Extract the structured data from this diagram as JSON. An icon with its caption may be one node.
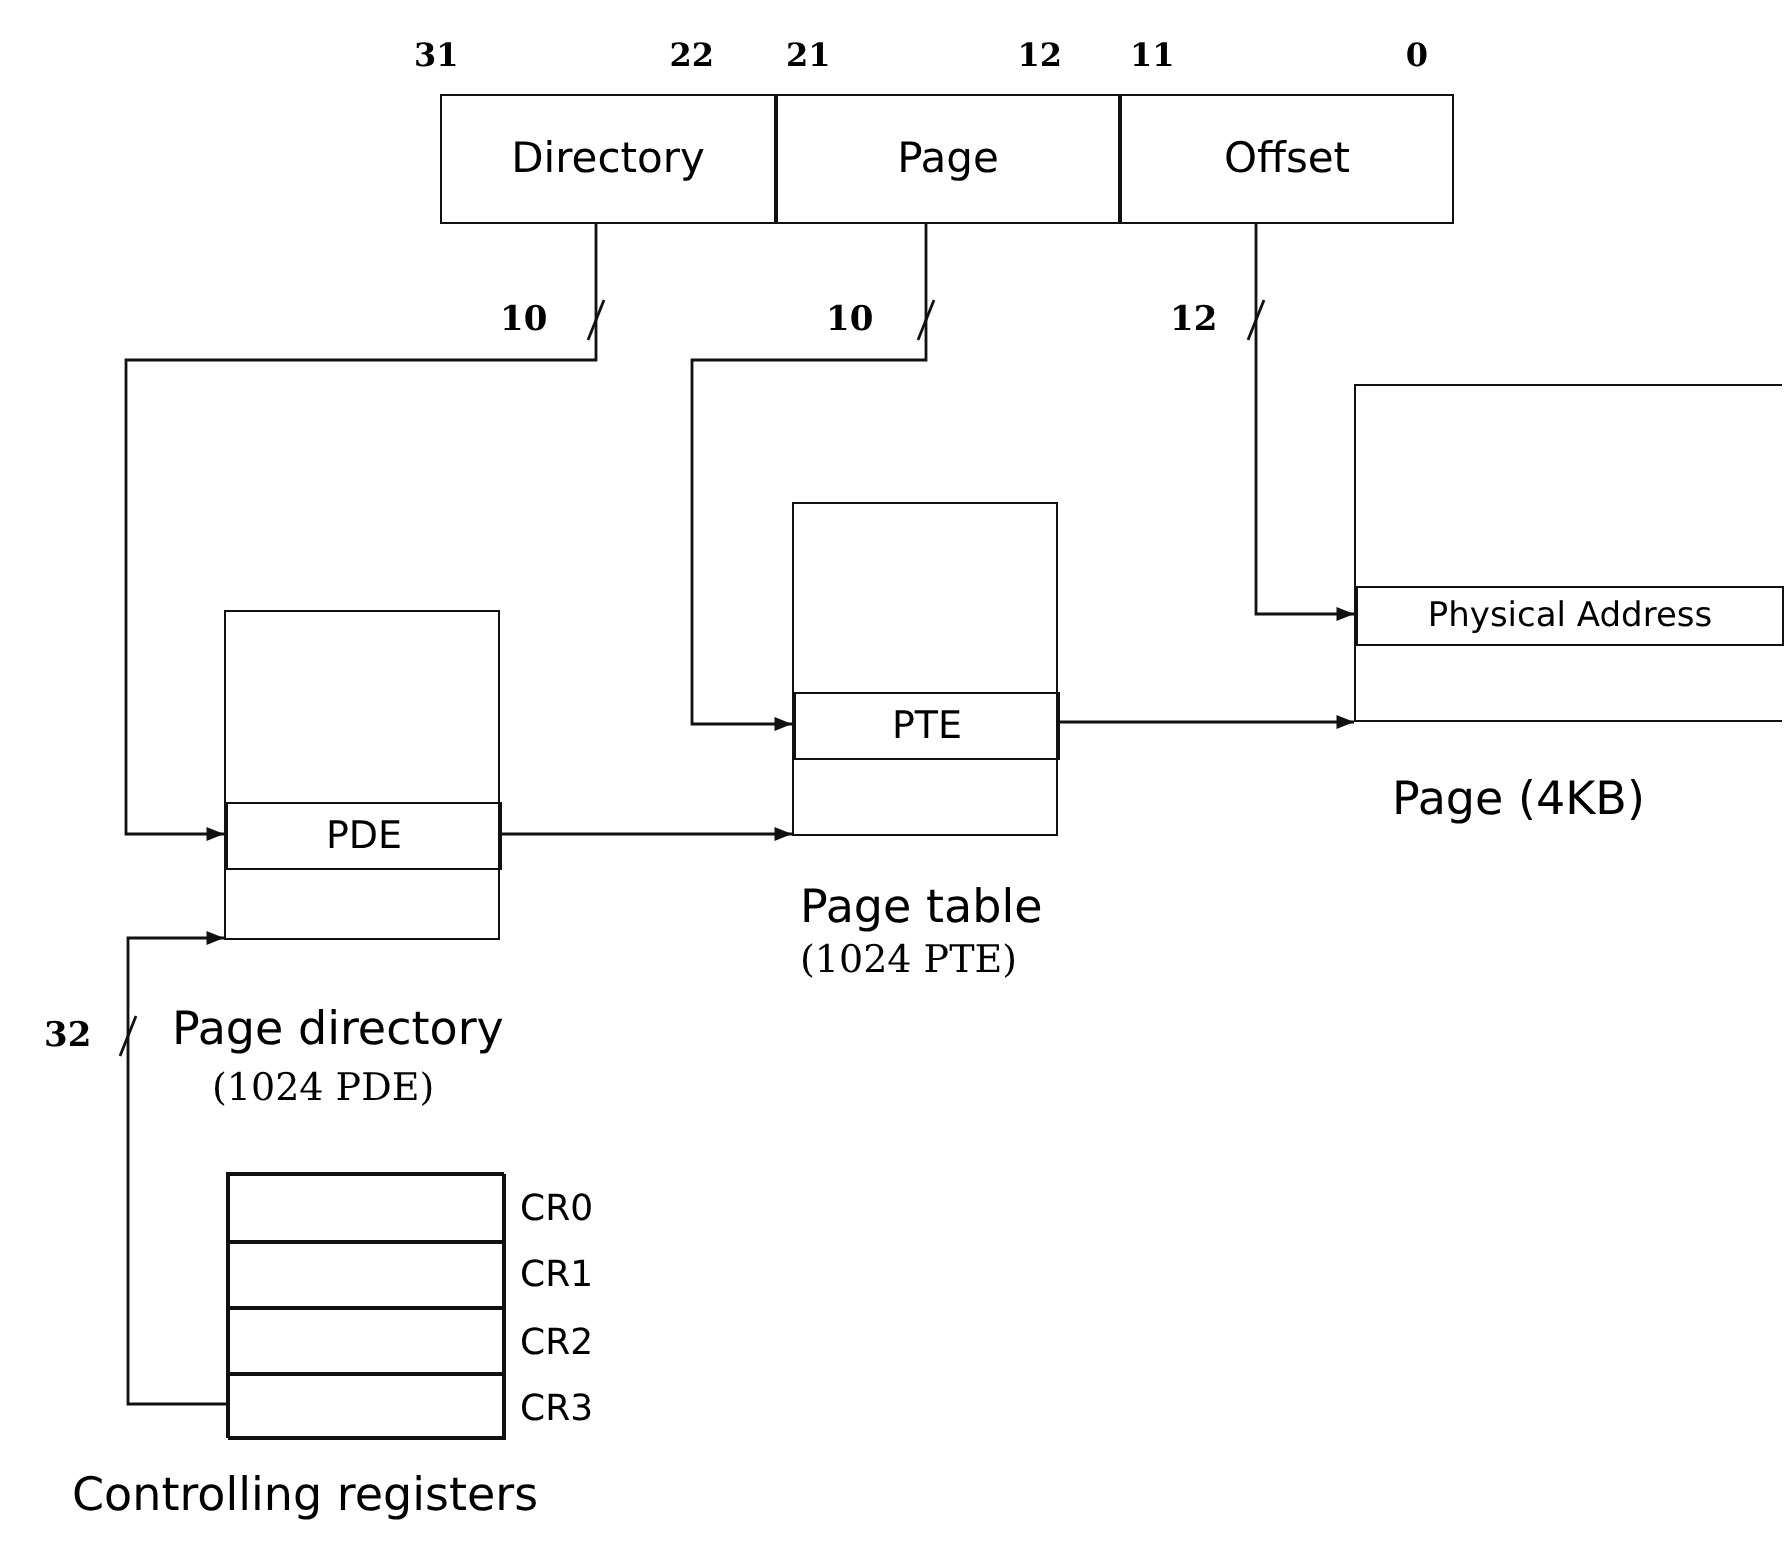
{
  "diagram": {
    "nodes": [
      {
        "text": [
          "Directory"
        ],
        "beside": [
          "31",
          "22"
        ]
      },
      {
        "text": [
          "Page"
        ],
        "beside": [
          "21",
          "12"
        ]
      },
      {
        "text": [
          "Offset"
        ],
        "beside": [
          "11",
          "0"
        ]
      },
      {
        "text": [
          "Page directory",
          "(1024 PDE)"
        ]
      },
      {
        "text": [
          "PDE"
        ],
        "in": 3
      },
      {
        "text": [
          "Page table",
          "(1024 PTE)"
        ]
      },
      {
        "text": [
          "PTE"
        ],
        "in": 5
      },
      {
        "text": [
          "Page (4KB)"
        ]
      },
      {
        "text": [
          "Physical Address"
        ],
        "in": 7
      },
      {
        "text": [
          "Controlling registers"
        ]
      },
      {
        "text": [],
        "shape": "box",
        "in": 9,
        "beside": [
          "CR0"
        ]
      },
      {
        "text": [],
        "shape": "box",
        "in": 9,
        "beside": [
          "CR1"
        ]
      },
      {
        "text": [],
        "shape": "box",
        "in": 9,
        "beside": [
          "CR2"
        ]
      },
      {
        "text": [],
        "shape": "box",
        "in": 9,
        "beside": [
          "CR3"
        ]
      }
    ],
    "edges": [
      {
        "from": 0,
        "to": 4,
        "arrow": "to",
        "label": "10"
      },
      {
        "from": 1,
        "to": 6,
        "arrow": "to",
        "label": "10"
      },
      {
        "from": 2,
        "to": 8,
        "arrow": "to",
        "label": "12"
      },
      {
        "from": 4,
        "to": 5,
        "arrow": "to"
      },
      {
        "from": 6,
        "to": 7,
        "arrow": "to"
      },
      {
        "from": 13,
        "to": 3,
        "arrow": "to",
        "label": "32"
      }
    ]
  }
}
